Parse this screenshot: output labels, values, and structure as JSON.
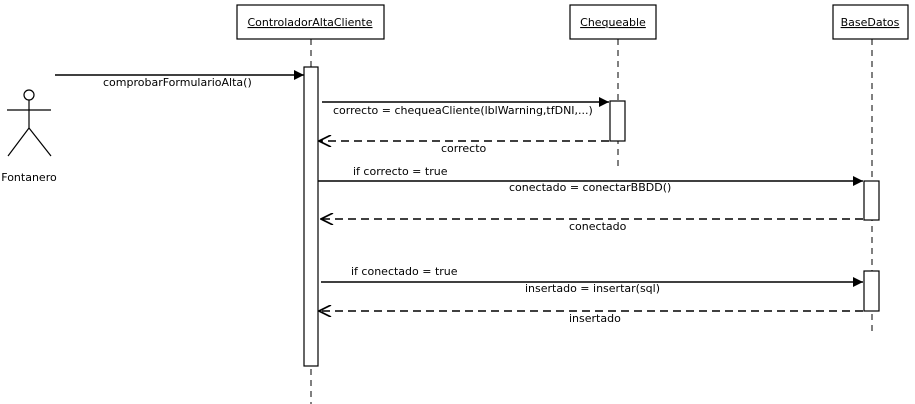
{
  "actor": {
    "name": "Fontanero"
  },
  "participants": [
    {
      "id": "controlador",
      "name": "ControladorAltaCliente"
    },
    {
      "id": "chequeable",
      "name": "Chequeable"
    },
    {
      "id": "basedatos",
      "name": "BaseDatos"
    }
  ],
  "messages": [
    {
      "id": "m1",
      "text": "comprobarFormularioAlta()",
      "kind": "call"
    },
    {
      "id": "m2",
      "text": "correcto = chequeaCliente(lblWarning,tfDNI,...)",
      "kind": "call"
    },
    {
      "id": "m3",
      "text": "correcto",
      "kind": "return"
    },
    {
      "id": "m4",
      "text": "if correcto = true",
      "kind": "guard"
    },
    {
      "id": "m5",
      "text": "conectado = conectarBBDD()",
      "kind": "call"
    },
    {
      "id": "m6",
      "text": "conectado",
      "kind": "return"
    },
    {
      "id": "m7",
      "text": "if conectado = true",
      "kind": "guard"
    },
    {
      "id": "m8",
      "text": "insertado = insertar(sql)",
      "kind": "call"
    },
    {
      "id": "m9",
      "text": "insertado",
      "kind": "return"
    }
  ]
}
